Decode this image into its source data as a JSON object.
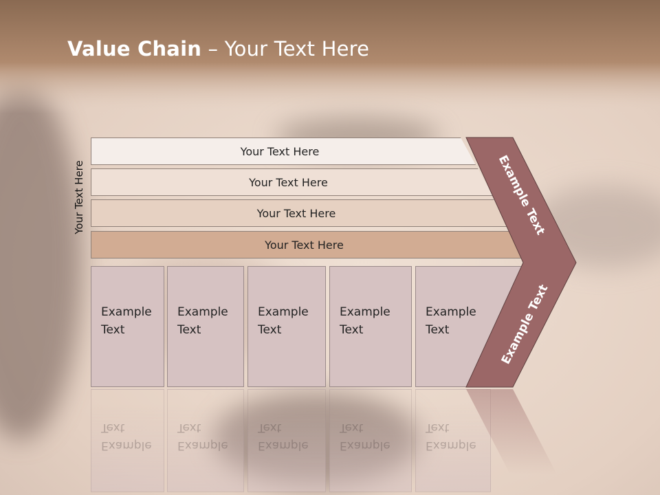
{
  "title": {
    "bold": "Value Chain",
    "rest": " – Your Text Here"
  },
  "side_label": "Your Text Here",
  "rows": [
    {
      "label": "Your Text Here",
      "color": "#f5eeea"
    },
    {
      "label": "Your Text Here",
      "color": "#efe0d6"
    },
    {
      "label": "Your Text Here",
      "color": "#e6d1c2"
    },
    {
      "label": "Your Text Here",
      "color": "#d2ac93"
    }
  ],
  "boxes": [
    {
      "label": "Example\nText"
    },
    {
      "label": "Example\nText"
    },
    {
      "label": "Example\nText"
    },
    {
      "label": "Example\nText"
    },
    {
      "label": "Example\nText"
    }
  ],
  "chevron": {
    "upper": "Example Text",
    "lower": "Example Text",
    "color": "#9b6767"
  },
  "colors": {
    "header": "#a77e60",
    "background": "#e9d9cd"
  }
}
